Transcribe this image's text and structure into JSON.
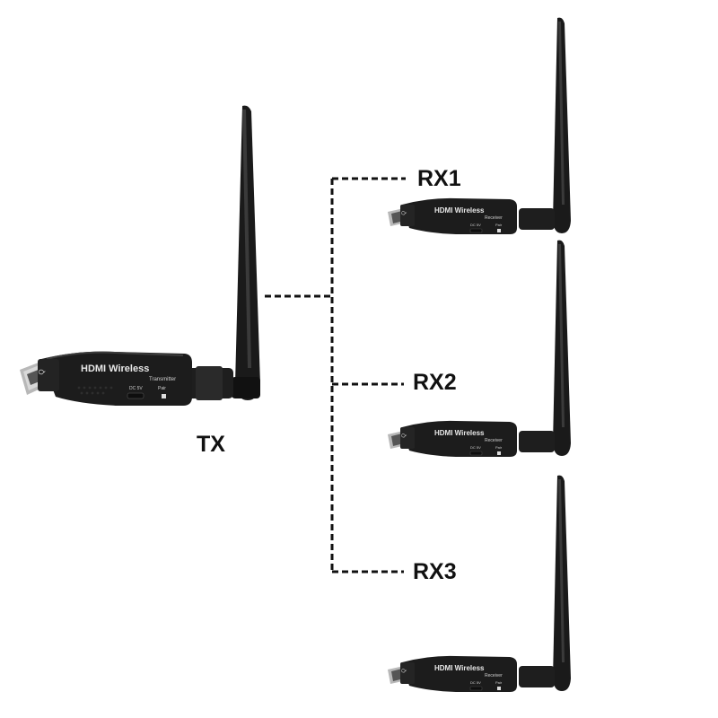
{
  "diagram": {
    "transmitter": {
      "label": "TX",
      "brand": "Q",
      "title": "HDMI Wireless",
      "subtitle": "Transmitter",
      "port_label": "DC 5V",
      "button_label": "Pair"
    },
    "receivers": [
      {
        "label": "RX1",
        "brand": "Q",
        "title": "HDMI Wireless",
        "subtitle": "Receiver",
        "port_label": "DC 5V",
        "button_label": "Pair"
      },
      {
        "label": "RX2",
        "brand": "Q",
        "title": "HDMI Wireless",
        "subtitle": "Receiver",
        "port_label": "DC 5V",
        "button_label": "Pair"
      },
      {
        "label": "RX3",
        "brand": "Q",
        "title": "HDMI Wireless",
        "subtitle": "Receiver",
        "port_label": "DC 5V",
        "button_label": "Pair"
      }
    ],
    "colors": {
      "device_body": "#1c1c1c",
      "antenna": "#1a1a1a",
      "connector": "#a8a8a8",
      "line": "#111111",
      "label": "#111111"
    }
  }
}
